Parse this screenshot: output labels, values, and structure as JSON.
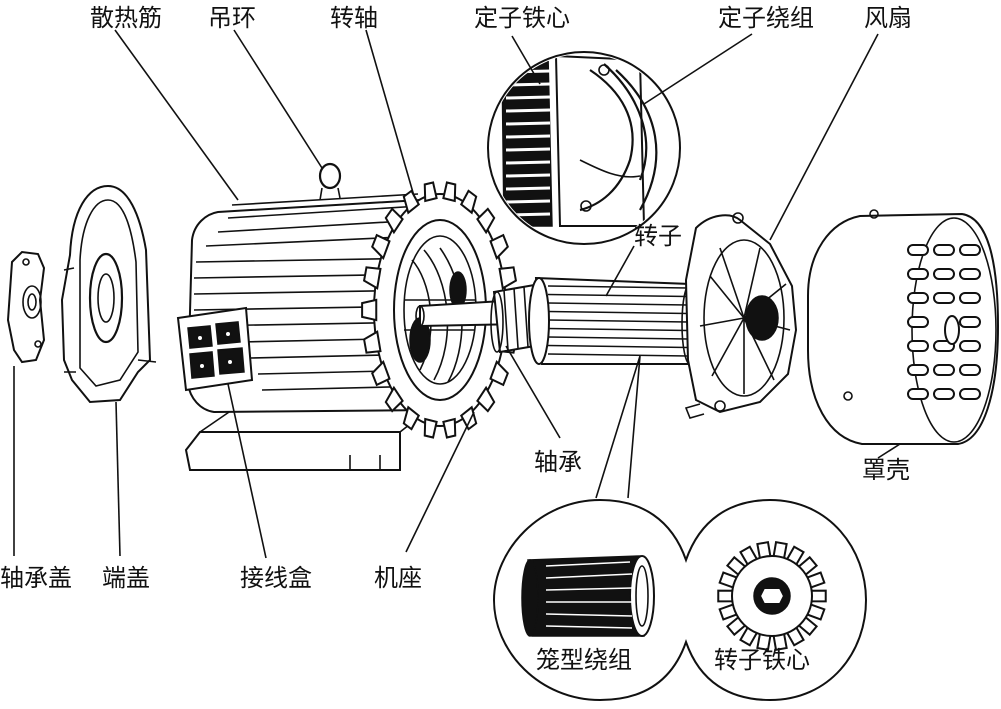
{
  "labels": {
    "fins": "散热筋",
    "lifting_ring": "吊环",
    "shaft": "转轴",
    "stator_core": "定子铁心",
    "stator_winding": "定子绕组",
    "fan": "风扇",
    "rotor": "转子",
    "bearing": "轴承",
    "cover": "罩壳",
    "bearing_cap": "轴承盖",
    "end_cap": "端盖",
    "terminal_box": "接线盒",
    "frame": "机座",
    "cage_winding": "笼型绕组",
    "rotor_core": "转子铁心"
  }
}
